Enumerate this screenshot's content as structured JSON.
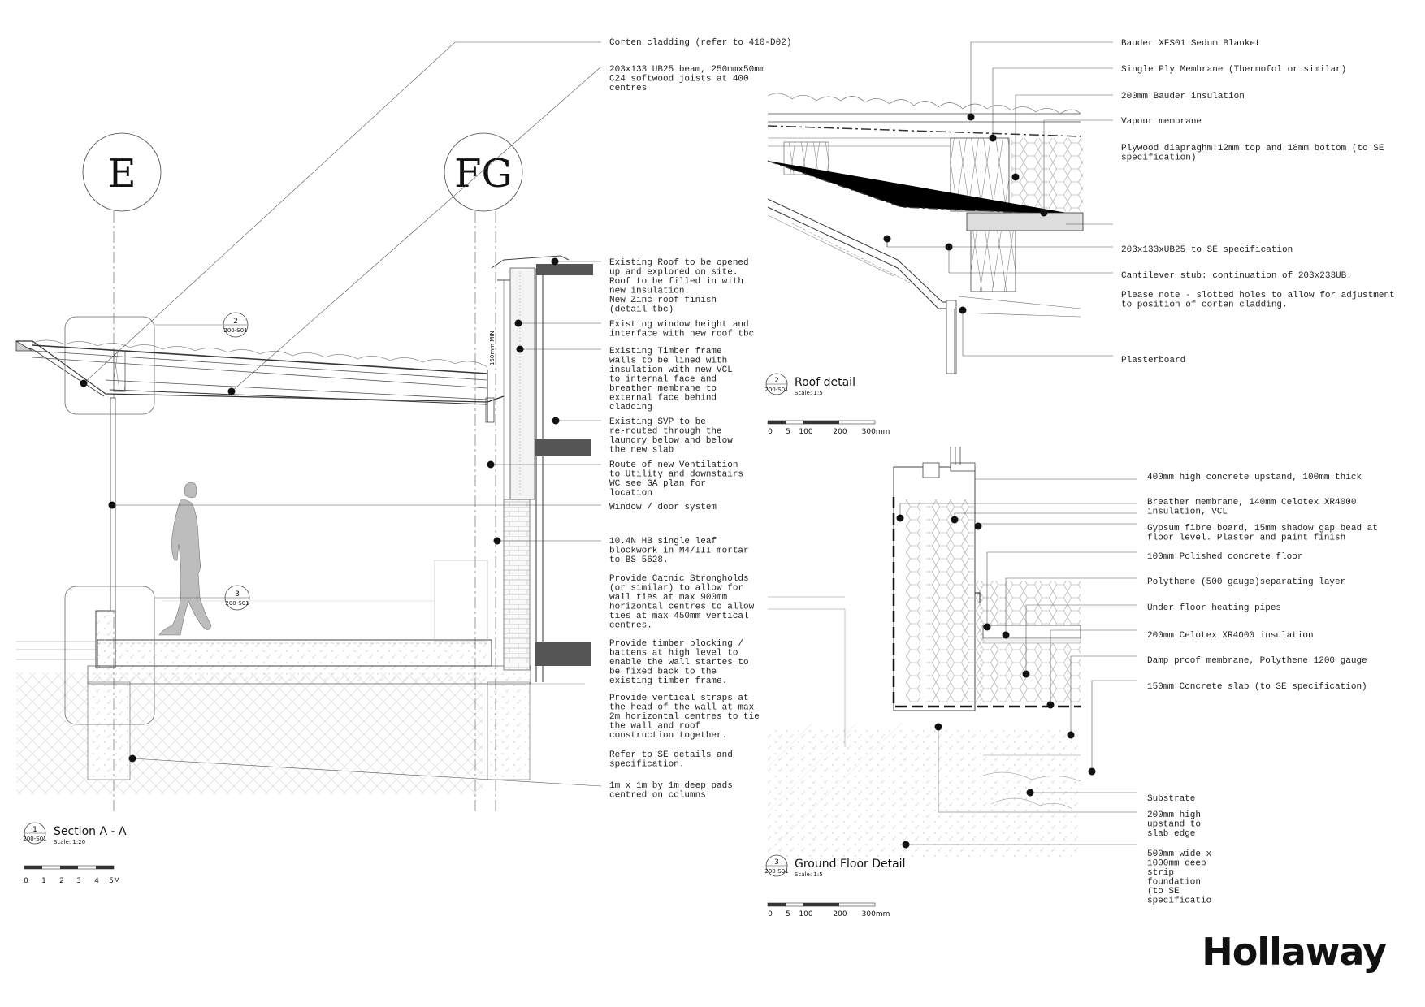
{
  "brand": "Hollaway",
  "grid_labels": [
    "E",
    "FG"
  ],
  "section_aa": {
    "number": "1",
    "sheet_ref": "200-S01",
    "title": "Section A - A",
    "scale": "Scale: 1:20",
    "scalebar_ticks": [
      "0",
      "1",
      "2",
      "3",
      "4",
      "5M"
    ],
    "callouts": [
      {
        "number": "2",
        "ref": "200-S01"
      },
      {
        "number": "3",
        "ref": "200-S01"
      }
    ],
    "dimension_text": "150mm MIN",
    "notes": [
      {
        "text": "Corten cladding (refer to 410-D02)"
      },
      {
        "text": "203x133 UB25 beam, 250mmx50mm\nC24 softwood joists at 400\ncentres"
      },
      {
        "text": "Existing Roof to be opened\nup and explored on site.\nRoof to be filled in with\nnew insulation.\nNew Zinc roof finish\n(detail tbc)"
      },
      {
        "text": "Existing window height and\ninterface with new roof tbc"
      },
      {
        "text": "Existing Timber frame\nwalls to be lined with\ninsulation with new VCL\nto internal face and\nbreather membrane to\nexternal face behind\ncladding"
      },
      {
        "text": "Existing SVP to be\nre-routed through the\nlaundry below and below\nthe new slab"
      },
      {
        "text": "Route of new Ventilation\nto Utility and downstairs\nWC see GA plan for\nlocation"
      },
      {
        "text": "Window / door system"
      },
      {
        "text": "10.4N HB single leaf\nblockwork in M4/III mortar\nto BS 5628."
      },
      {
        "text": "Provide Catnic Strongholds\n(or similar) to allow for\nwall ties at max 900mm\nhorizontal centres to allow\nties at max 450mm vertical\ncentres."
      },
      {
        "text": "Provide timber blocking /\nbattens at high level to\nenable the wall startes to\nbe fixed back to the\nexisting timber frame."
      },
      {
        "text": "Provide vertical straps at\nthe head of the wall at max\n2m horizontal centres to tie\nthe wall and roof\nconstruction together."
      },
      {
        "text": "Refer to SE details and\nspecification."
      },
      {
        "text": "1m x 1m by 1m deep pads\ncentred on columns"
      }
    ]
  },
  "roof_detail": {
    "number": "2",
    "sheet_ref": "200-S01",
    "title": "Roof detail",
    "scale": "Scale: 1:5",
    "scalebar_ticks": [
      "0",
      "5",
      "100",
      "200",
      "300mm"
    ],
    "notes": [
      {
        "text": "Bauder XFS01 Sedum Blanket"
      },
      {
        "text": "Single Ply Membrane (Thermofol or similar)"
      },
      {
        "text": "200mm Bauder insulation"
      },
      {
        "text": "Vapour membrane"
      },
      {
        "text": "Plywood diapraghm:12mm top and 18mm bottom (to SE\nspecification)"
      },
      {
        "text": "203x133xUB25 to SE specification"
      },
      {
        "text": "Cantilever stub: continuation of 203x233UB."
      },
      {
        "text": "Please note - slotted holes to allow for adjustment\nto position of corten cladding."
      },
      {
        "text": "Plasterboard"
      }
    ]
  },
  "ground_floor_detail": {
    "number": "3",
    "sheet_ref": "200-S01",
    "title": "Ground Floor Detail",
    "scale": "Scale: 1:5",
    "scalebar_ticks": [
      "0",
      "5",
      "100",
      "200",
      "300mm"
    ],
    "notes": [
      {
        "text": "400mm high concrete upstand, 100mm thick"
      },
      {
        "text": "Breather membrane, 140mm Celotex XR4000\ninsulation, VCL"
      },
      {
        "text": "Gypsum fibre board, 15mm shadow gap bead at\nfloor level. Plaster and paint finish"
      },
      {
        "text": "100mm Polished concrete floor"
      },
      {
        "text": "Polythene (500 gauge)separating layer"
      },
      {
        "text": "Under floor heating pipes"
      },
      {
        "text": "200mm Celotex XR4000 insulation"
      },
      {
        "text": "Damp proof membrane, Polythene 1200 gauge"
      },
      {
        "text": "150mm Concrete slab (to SE specification)"
      },
      {
        "text": "Substrate"
      },
      {
        "text": "200mm high\nupstand to\nslab edge"
      },
      {
        "text": "500mm wide x\n1000mm deep\nstrip\nfoundation\n(to SE\nspecificatio"
      }
    ]
  }
}
